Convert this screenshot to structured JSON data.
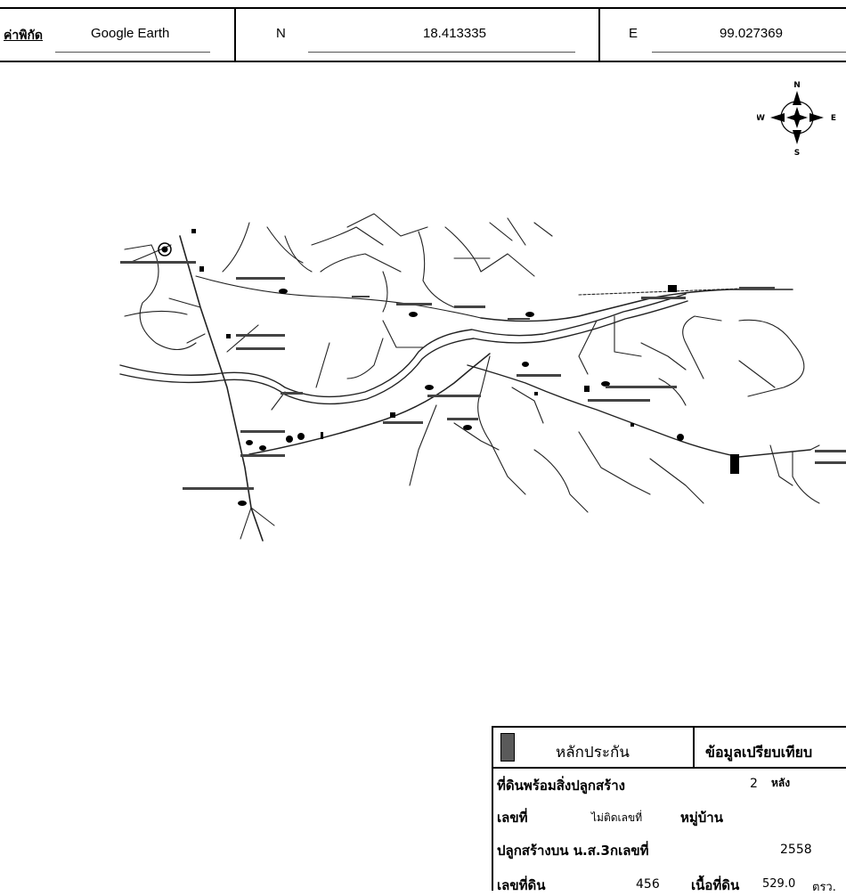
{
  "header": {
    "label": "ค่าพิกัด",
    "source": "Google Earth",
    "lat_label": "N",
    "lat_value": "18.413335",
    "lon_label": "E",
    "lon_value": "99.027369"
  },
  "compass": {
    "n": "N",
    "s": "S",
    "e": "E",
    "w": "W"
  },
  "map": {
    "style": "black-and-white hand-drawn road/location sketch",
    "colors": {
      "line": "#222222",
      "background": "#ffffff"
    }
  },
  "info": {
    "swatch_color": "#5a5a5a",
    "collateral_header": "หลักประกัน",
    "comparison_header": "ข้อมูลเปรียบเทียบ",
    "land_with_buildings": "ที่ดินพร้อมสิ่งปลูกสร้าง",
    "building_count": "2",
    "building_unit": "หลัง",
    "number_label": "เลขที่",
    "number_value": "ไม่ติดเลขที่",
    "village_label": "หมู่บ้าน",
    "built_on_label": "ปลูกสร้างบน น.ส.3กเลขที่",
    "built_on_value": "2558",
    "land_no_label": "เลขที่ดิน",
    "land_no_value": "456",
    "area_label": "เนื้อที่ดิน",
    "area_value": "529.0",
    "area_unit": "ตรว."
  }
}
